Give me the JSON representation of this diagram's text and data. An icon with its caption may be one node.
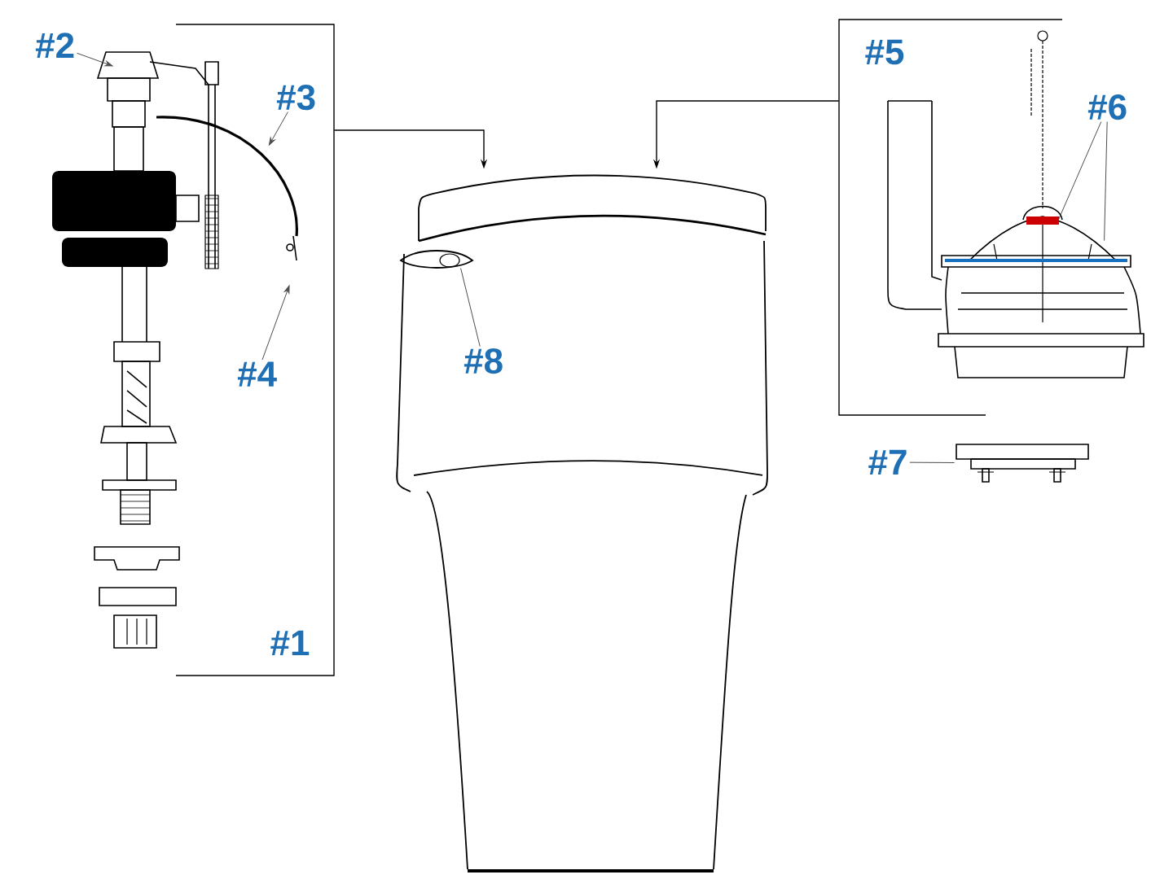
{
  "diagram": {
    "nodes": [
      {
        "text": [],
        "shape": "picture"
      },
      {
        "text": [
          "#2"
        ],
        "in": 0
      },
      {
        "text": [
          "#3"
        ],
        "in": 0
      },
      {
        "text": [
          "#4"
        ],
        "in": 0
      },
      {
        "text": [],
        "shape": "picture"
      },
      {
        "text": [
          "#8"
        ],
        "in": 4
      },
      {
        "text": [],
        "shape": "picture"
      },
      {
        "text": [
          "#6"
        ],
        "in": 6
      },
      {
        "text": [],
        "shape": "picture"
      },
      {
        "text": [
          "#7"
        ]
      }
    ],
    "edges": [
      {
        "from": 1,
        "to": 0,
        "arrow": "to"
      },
      {
        "from": 2,
        "to": 0,
        "arrow": "to"
      },
      {
        "from": 3,
        "to": 0,
        "arrow": "to"
      },
      {
        "from": 7,
        "to": 6,
        "arrow": "none"
      },
      {
        "from": 7,
        "to": 6,
        "arrow": "none"
      },
      {
        "from": 9,
        "to": 8,
        "arrow": "none"
      },
      {
        "from": 5,
        "to": 4,
        "arrow": "none"
      },
      {
        "from": 0,
        "to": 4,
        "arrow": "to"
      },
      {
        "from": 6,
        "to": 4,
        "arrow": "to"
      }
    ],
    "labels": [
      "#1",
      "#5"
    ]
  }
}
